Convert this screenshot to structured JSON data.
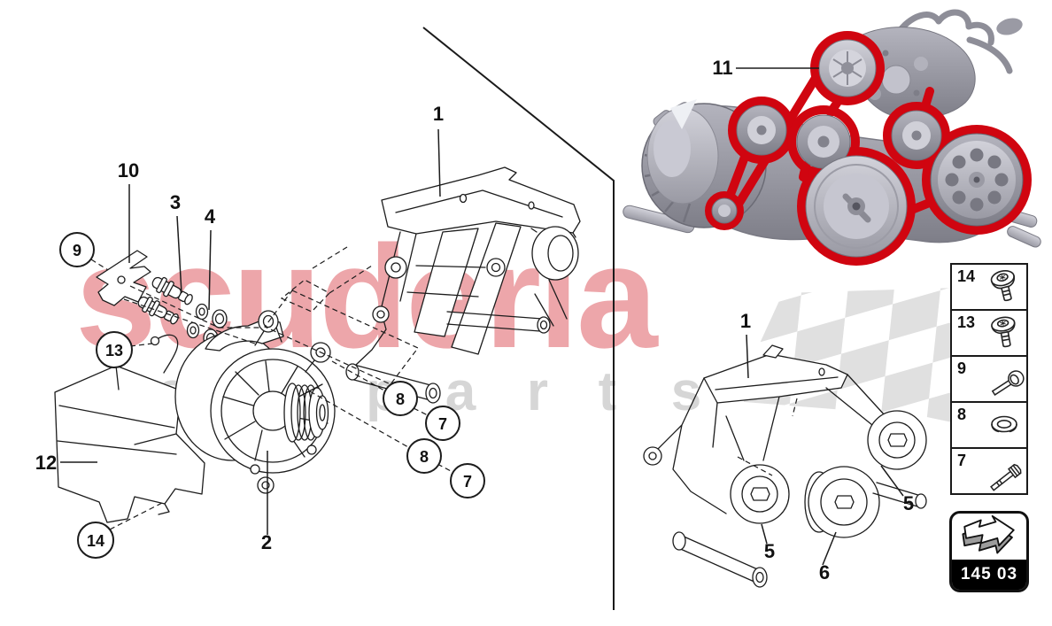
{
  "watermark": {
    "brand": "scuderia",
    "sub": [
      "c",
      "a",
      "r",
      "p",
      "a",
      "r",
      "t",
      "s"
    ]
  },
  "callouts": {
    "n1l": "1",
    "n2": "2",
    "n3": "3",
    "n4": "4",
    "n5a": "5",
    "n5b": "5",
    "n6": "6",
    "n7a": "7",
    "n7b": "7",
    "n8a": "8",
    "n8b": "8",
    "n9": "9",
    "n10": "10",
    "n11": "11",
    "n12": "12",
    "n13": "13",
    "n14": "14",
    "n1r": "1"
  },
  "legend": {
    "rows": [
      {
        "number": "14",
        "icon": "pan-head-screw-icon"
      },
      {
        "number": "13",
        "icon": "pan-head-screw-icon"
      },
      {
        "number": "9",
        "icon": "torx-screw-icon"
      },
      {
        "number": "8",
        "icon": "washer-icon"
      },
      {
        "number": "7",
        "icon": "hex-bolt-icon"
      }
    ]
  },
  "code_box": {
    "code": "145 03"
  },
  "colors": {
    "belt": "#d00510",
    "watermark_brand": "#dc4f58",
    "watermark_sub": "#cfcfcf",
    "checker": "#e0e0e0",
    "line": "#1c1c1c"
  }
}
